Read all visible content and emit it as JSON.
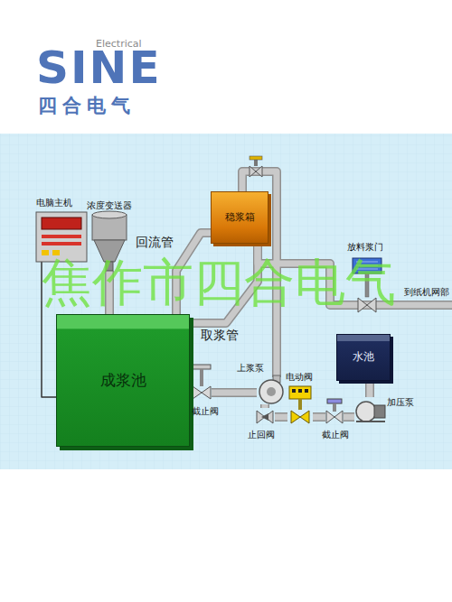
{
  "diagram": {
    "nodes": [
      {
        "text": [
          "电脑主机"
        ]
      },
      {
        "text": [
          "浓度变送器"
        ]
      },
      {
        "text": [
          "稳浆箱"
        ]
      },
      {
        "text": [
          "放料浆门"
        ]
      },
      {
        "text": [
          "成浆池"
        ]
      },
      {
        "text": [
          "上浆泵"
        ]
      },
      {
        "text": [
          "电动阀"
        ]
      },
      {
        "text": [
          "水池"
        ]
      },
      {
        "text": [
          "截止阀"
        ]
      },
      {
        "text": [
          "止回阀"
        ]
      },
      {
        "text": [
          "截止阀"
        ]
      },
      {
        "text": [
          "加压泵"
        ]
      }
    ],
    "edges": [
      {
        "from": 0,
        "to": 4,
        "arrow": "none"
      },
      {
        "from": 1,
        "to": 4,
        "arrow": "none"
      },
      {
        "from": 2,
        "to": 4,
        "label": "回流管",
        "arrow": "none"
      },
      {
        "from": 4,
        "to": 2,
        "label": "取浆管",
        "arrow": "none"
      },
      {
        "from": 2,
        "to": 3,
        "arrow": "none"
      },
      {
        "from": 4,
        "to": 8,
        "arrow": "none"
      },
      {
        "from": 8,
        "to": 5,
        "arrow": "none"
      },
      {
        "from": 5,
        "to": 2,
        "arrow": "none"
      },
      {
        "from": 9,
        "to": 5,
        "arrow": "none"
      },
      {
        "from": 6,
        "to": 9,
        "arrow": "none"
      },
      {
        "from": 10,
        "to": 6,
        "arrow": "none"
      },
      {
        "from": 11,
        "to": 10,
        "arrow": "none"
      },
      {
        "from": 7,
        "to": 11,
        "arrow": "none"
      }
    ],
    "labels": [
      "Electrical",
      "SINE",
      "四合电气",
      "焦作市四合电气",
      "到纸机网部"
    ]
  }
}
